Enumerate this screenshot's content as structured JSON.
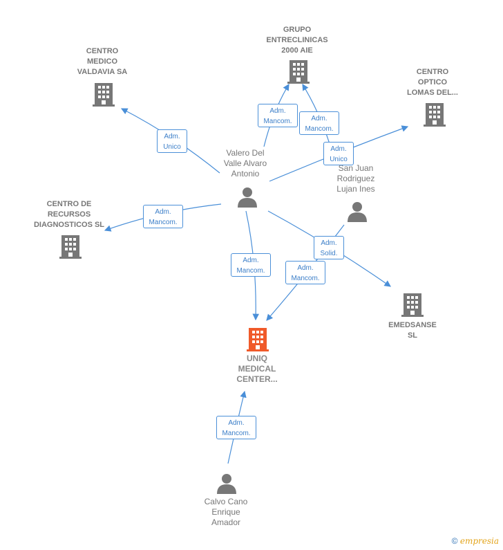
{
  "colors": {
    "edge": "#4a8fd8",
    "company_icon": "#777777",
    "person_icon": "#777777",
    "focus_icon": "#f05a2a"
  },
  "nodes": {
    "centro_medico": {
      "label": "CENTRO\nMEDICO\nVALDAVIA SA",
      "icon": "building-icon"
    },
    "grupo": {
      "label": "GRUPO\nENTRECLINICAS\n2000 AIE",
      "icon": "building-icon"
    },
    "centro_optico": {
      "label": "CENTRO\nOPTICO\nLOMAS DEL...",
      "icon": "building-icon"
    },
    "centro_recursos": {
      "label": "CENTRO DE\nRECURSOS\nDIAGNOSTICOS SL",
      "icon": "building-icon"
    },
    "emedsanse": {
      "label": "EMEDSANSE\nSL",
      "icon": "building-icon"
    },
    "uniq": {
      "label": "UNIQ\nMEDICAL\nCENTER...",
      "icon": "building-icon"
    },
    "valero": {
      "label": "Valero Del\nValle Alvaro\nAntonio",
      "icon": "person-icon"
    },
    "sanjuan": {
      "label": "San Juan\nRodriguez\nLujan Ines",
      "icon": "person-icon"
    },
    "calvo": {
      "label": "Calvo Cano\nEnrique\nAmador",
      "icon": "person-icon"
    }
  },
  "edge_tags": {
    "valero_centro_medico": "Adm.\nUnico",
    "valero_grupo": "Adm.\nMancom.",
    "sanjuan_grupo": "Adm.\nMancom.",
    "valero_centro_optico": "Adm.\nUnico",
    "valero_recursos": "Adm.\nMancom.",
    "valero_uniq": "Adm.\nMancom.",
    "valero_emedsanse": "Adm.\nSolid.",
    "sanjuan_uniq": "Adm.\nMancom.",
    "calvo_uniq": "Adm.\nMancom."
  },
  "footer": {
    "copyright": "©",
    "brand": "empresia"
  }
}
